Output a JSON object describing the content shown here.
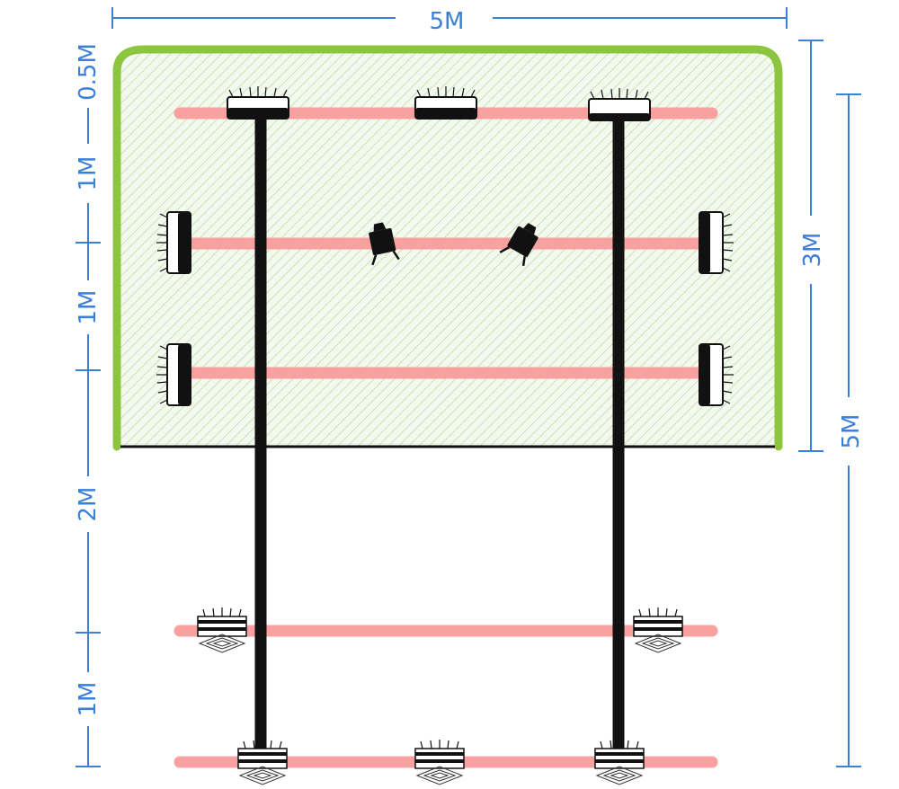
{
  "colors": {
    "dimension": "#3b7fd9",
    "zone_border": "#8cc63f",
    "zone_fill": "#eef7e6",
    "beam": "#f9a0a0",
    "post": "#111111"
  },
  "dimensions": {
    "top_width": "5M",
    "left_segments": [
      "0.5M",
      "1M",
      "1M",
      "2M",
      "1M"
    ],
    "right_inner": "3M",
    "right_outer": "5M"
  },
  "icons": {
    "fixture": "light-fixture-icon",
    "floor_fixture": "floor-fixture-icon",
    "camera": "camera-icon"
  }
}
